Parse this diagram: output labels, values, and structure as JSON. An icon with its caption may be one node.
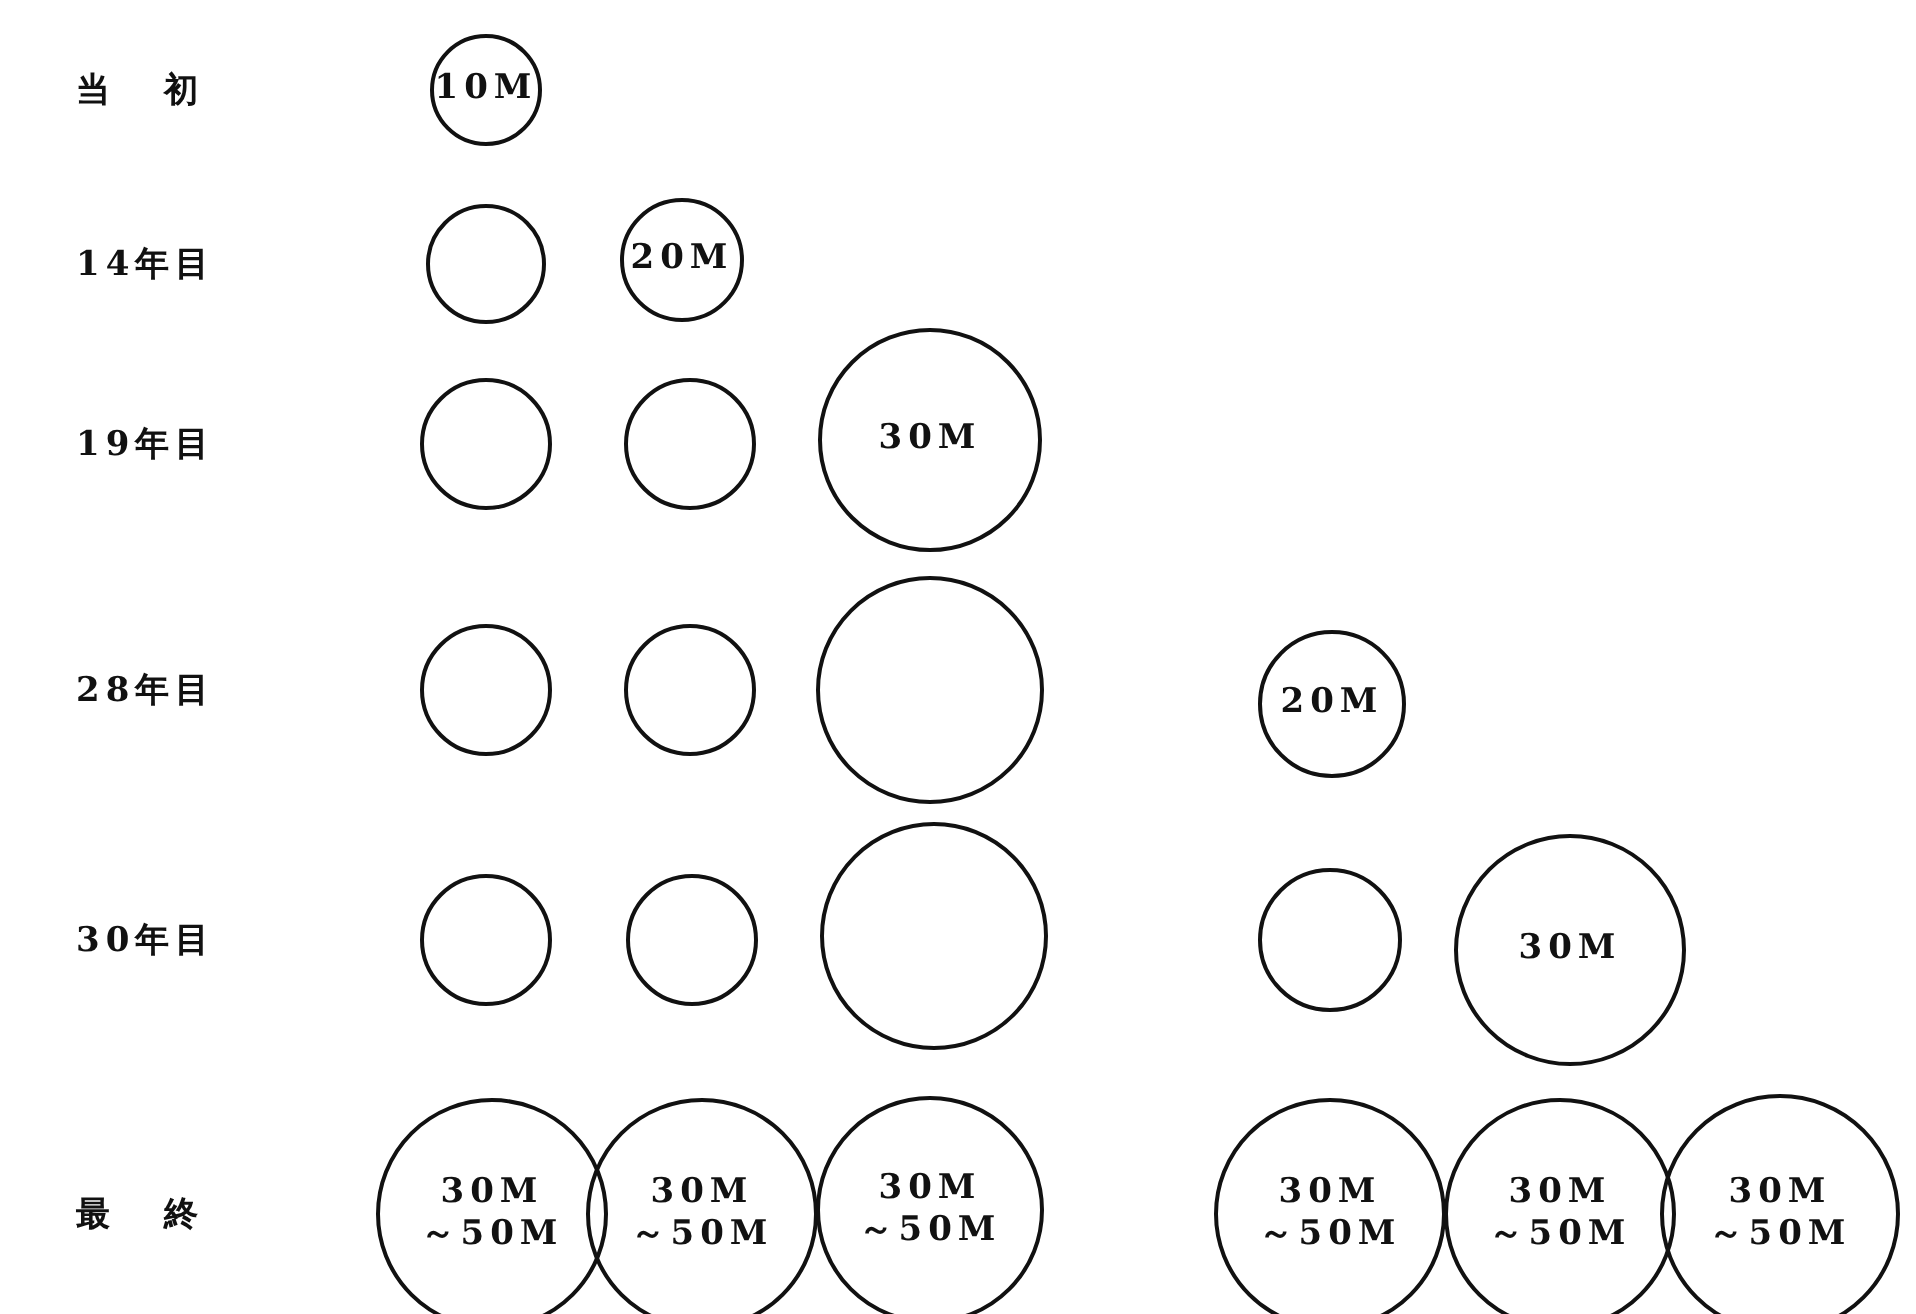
{
  "diagram": {
    "nodes": [
      {
        "text": [
          "10M"
        ]
      },
      {
        "text": [],
        "shape": "circle"
      },
      {
        "text": [
          "20M"
        ]
      },
      {
        "text": [],
        "shape": "circle"
      },
      {
        "text": [],
        "shape": "circle"
      },
      {
        "text": [
          "30M"
        ]
      },
      {
        "text": [],
        "shape": "circle"
      },
      {
        "text": [],
        "shape": "circle"
      },
      {
        "text": [],
        "shape": "circle"
      },
      {
        "text": [
          "20M"
        ]
      },
      {
        "text": [],
        "shape": "circle"
      },
      {
        "text": [],
        "shape": "circle"
      },
      {
        "text": [],
        "shape": "circle"
      },
      {
        "text": [],
        "shape": "circle"
      },
      {
        "text": [
          "30M"
        ]
      },
      {
        "text": [
          "30M ～50M"
        ]
      },
      {
        "text": [
          "30M ～50M"
        ]
      },
      {
        "text": [
          "30M ～50M"
        ]
      },
      {
        "text": [
          "30M ～50M"
        ]
      },
      {
        "text": [
          "30M ～50M"
        ]
      },
      {
        "text": [
          "30M ～50M"
        ]
      }
    ],
    "labels": [
      "当初",
      "14年目",
      "19年目",
      "28年目",
      "30年目",
      "最終"
    ]
  }
}
